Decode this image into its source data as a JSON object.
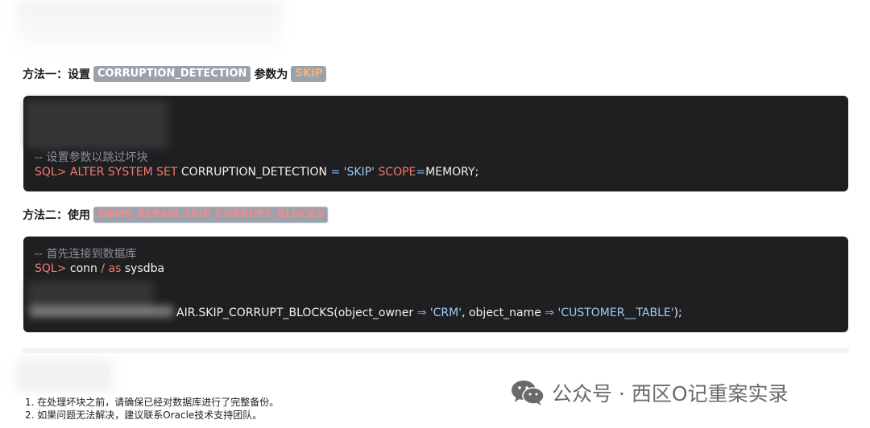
{
  "method1": {
    "prefix": "方法一：设置",
    "param": "CORRUPTION_DETECTION",
    "middle": "参数为",
    "value": "SKIP"
  },
  "code1": {
    "comment": "-- 设置参数以跳过坏块",
    "prompt": "SQL>",
    "kw": "ALTER SYSTEM SET",
    "param": "CORRUPTION_DETECTION",
    "eq": "=",
    "str": "'SKIP'",
    "scope": "SCOPE",
    "eq2": "=",
    "memory": "MEMORY;"
  },
  "method2": {
    "prefix": "方法二：使用",
    "api": "DBMS_REPAIR.SKIP_CORRUPT_BLOCKS"
  },
  "code2": {
    "comment": "-- 首先连接到数据库",
    "prompt": "SQL>",
    "conn": "conn",
    "slash": "/",
    "as": "as",
    "sysdba": "sysdba",
    "call": "AIR.SKIP_CORRUPT_BLOCKS(object_owner",
    "arrow": "⇒",
    "owner_val": "'CRM'",
    "name_key": ", object_name",
    "arrow2": "⇒",
    "name_val": "'CUSTOMER__TABLE'",
    "tail": ");"
  },
  "notes": [
    "1. 在处理坏块之前，请确保已经对数据库进行了完整备份。",
    "2. 如果问题无法解决，建议联系Oracle技术支持团队。"
  ],
  "watermark": "公众号 · 西区O记重案实录",
  "icons": {
    "wechat": "wechat-icon"
  }
}
